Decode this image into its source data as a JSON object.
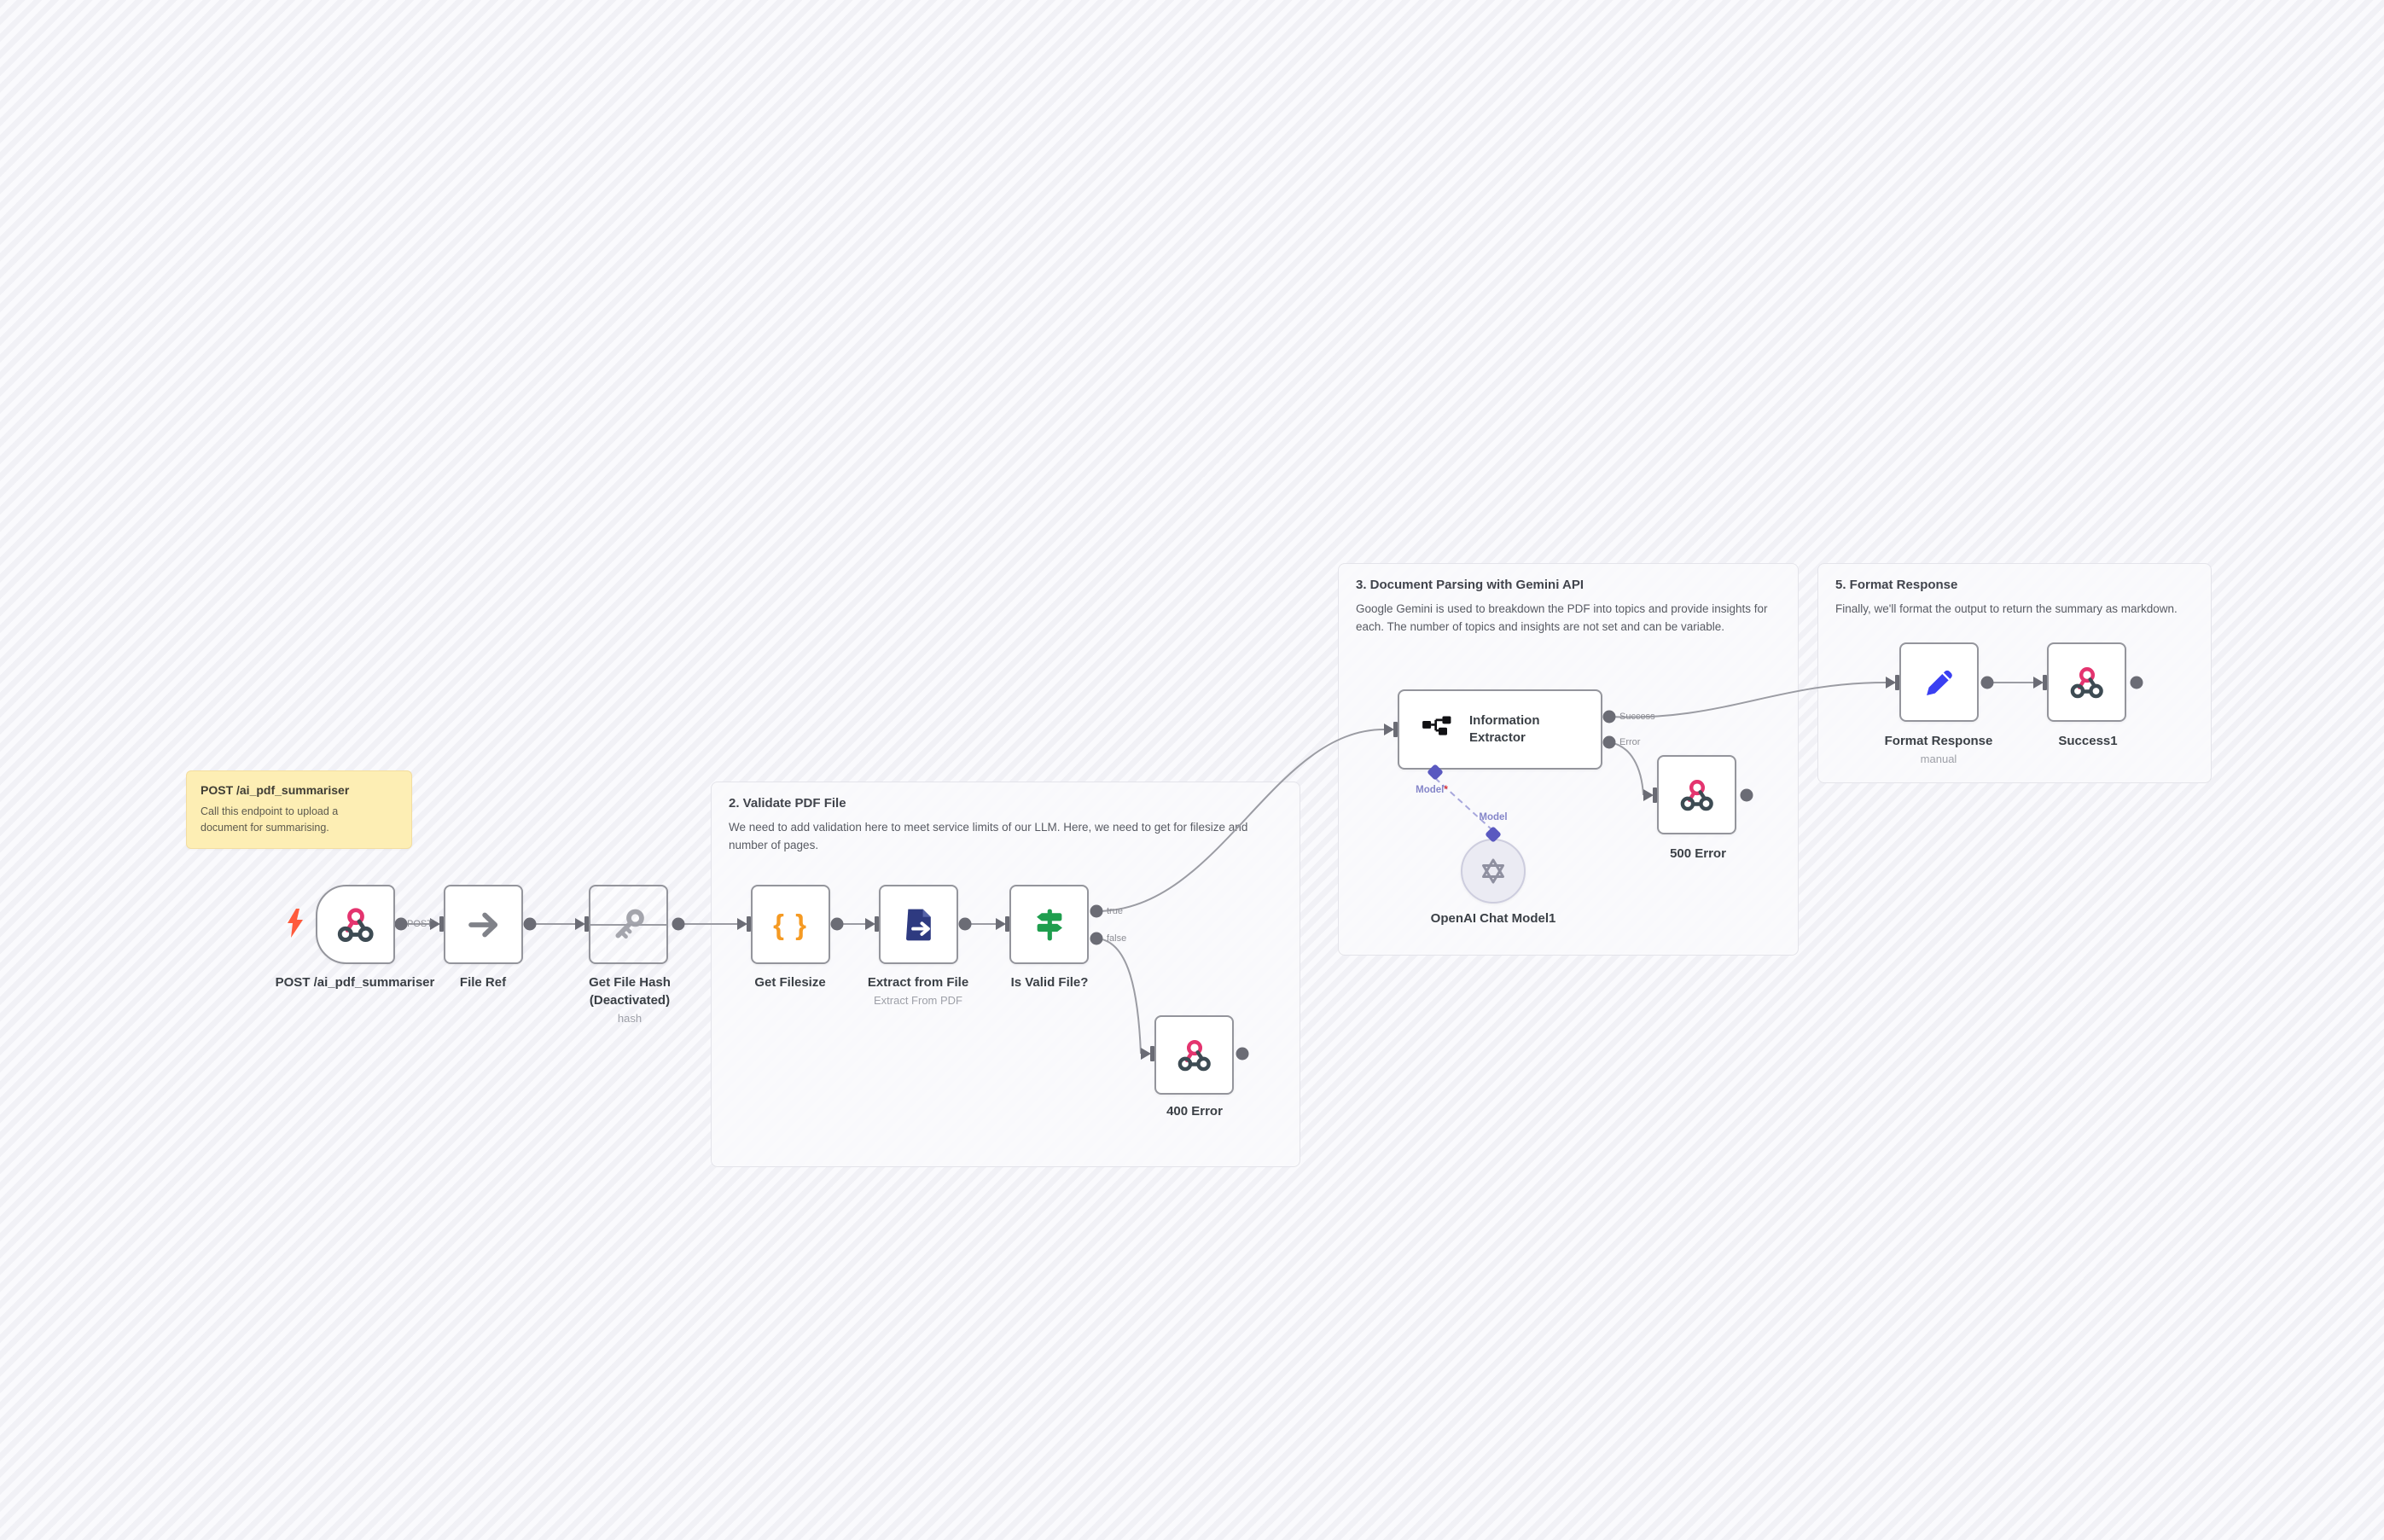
{
  "canvas": {
    "background_stripe_dark": "#f1f1f6",
    "background_stripe_light": "#fafafd"
  },
  "sticky_note": {
    "title": "POST /ai_pdf_summariser",
    "body": "Call this endpoint to upload a document for summarising."
  },
  "sections": [
    {
      "title": "2. Validate PDF File",
      "description": "We need to add validation here to meet service limits of our LLM. Here, we need to get for filesize and number of pages."
    },
    {
      "title": "3. Document Parsing with Gemini API",
      "description": "Google Gemini is used to breakdown the PDF into topics and provide insights for each. The number of topics and insights are not set and can be variable."
    },
    {
      "title": "5. Format Response",
      "description": "Finally, we'll format the output to return the summary as markdown."
    }
  ],
  "nodes": {
    "webhook": {
      "label": "POST /ai_pdf_summariser"
    },
    "file_ref": {
      "label": "File Ref"
    },
    "get_file_hash": {
      "label": "Get File Hash",
      "status": "(Deactivated)",
      "sublabel": "hash"
    },
    "get_filesize": {
      "label": "Get Filesize"
    },
    "extract_from_file": {
      "label": "Extract from File",
      "sublabel": "Extract From PDF"
    },
    "is_valid_file": {
      "label": "Is Valid File?"
    },
    "error_400": {
      "label": "400 Error"
    },
    "information_extractor": {
      "label": "Information Extractor"
    },
    "openai_chat_model": {
      "label": "OpenAI Chat Model1"
    },
    "error_500": {
      "label": "500 Error"
    },
    "format_response": {
      "label": "Format Response",
      "sublabel": "manual"
    },
    "success1": {
      "label": "Success1"
    }
  },
  "edge_labels": {
    "post": "POST",
    "true_branch": "true",
    "false_branch": "false",
    "success": "Success",
    "error": "Error",
    "model": "Model",
    "model_required": "Model",
    "required_mark": "*"
  },
  "connections": [
    {
      "from": "webhook",
      "to": "file_ref",
      "label": "POST"
    },
    {
      "from": "file_ref",
      "to": "get_file_hash",
      "label": ""
    },
    {
      "from": "get_file_hash",
      "to": "get_filesize",
      "label": ""
    },
    {
      "from": "get_filesize",
      "to": "extract_from_file",
      "label": ""
    },
    {
      "from": "extract_from_file",
      "to": "is_valid_file",
      "label": ""
    },
    {
      "from": "is_valid_file",
      "to": "information_extractor",
      "label": "true"
    },
    {
      "from": "is_valid_file",
      "to": "error_400",
      "label": "false"
    },
    {
      "from": "information_extractor",
      "to": "format_response",
      "label": "Success"
    },
    {
      "from": "information_extractor",
      "to": "error_500",
      "label": "Error"
    },
    {
      "from": "openai_chat_model",
      "to": "information_extractor",
      "label": "Model"
    },
    {
      "from": "format_response",
      "to": "success1",
      "label": ""
    }
  ],
  "icons": {
    "webhook_trigger": "webhook-knot",
    "trigger_bolt": "lightning-bolt",
    "file_ref": "arrow-right",
    "get_file_hash": "key",
    "get_filesize": "curly-braces",
    "braces_glyph": "{ }",
    "extract_from_file": "file-export",
    "is_valid_file": "signpost",
    "information_extractor": "node-hierarchy",
    "openai": "openai-logo",
    "respond_webhook": "webhook-knot",
    "format_response": "pencil",
    "model_connector": "diamond"
  },
  "colors": {
    "webhook_pink": "#e4346f",
    "icon_dark": "#3d4b53",
    "bolt_orange": "#ff5a3c",
    "braces_orange": "#f59a23",
    "file_navy": "#2e3a80",
    "valid_green": "#1f9e4e",
    "pencil_blue": "#3a3ff2",
    "model_indigo": "#5a59c0",
    "openai_gray": "#8f90a0",
    "sticky_yellow": "#fdeeb4",
    "edge_gray": "#9b9ca3"
  }
}
